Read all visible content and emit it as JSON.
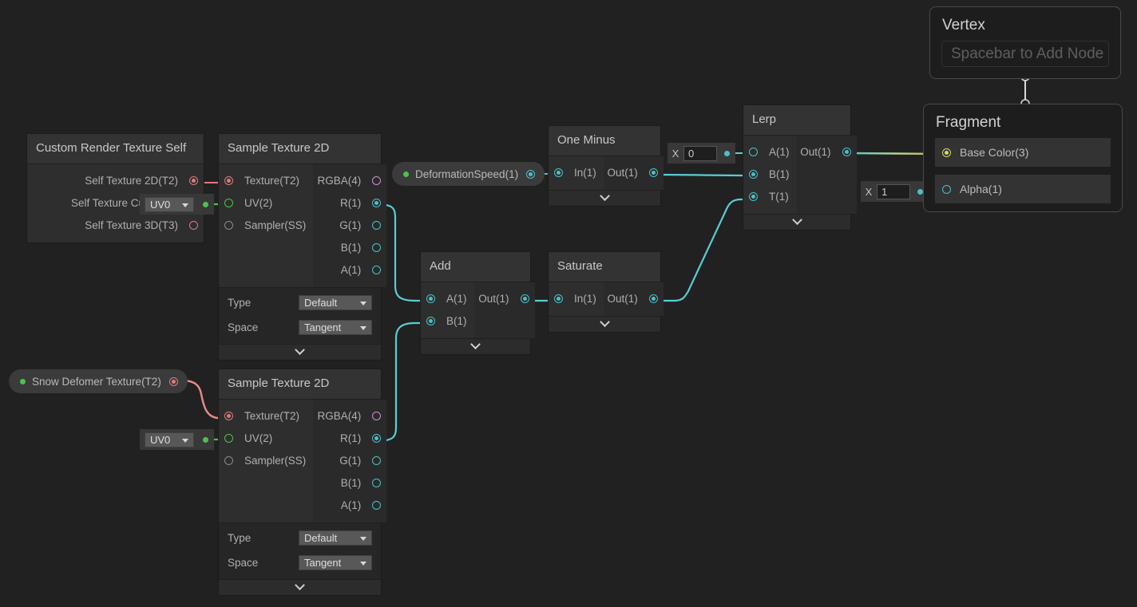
{
  "canvas": {
    "background": "#212121"
  },
  "colors": {
    "cyan": "#4cc0c7",
    "red": "#e07a7a",
    "green": "#4fc04f",
    "pink": "#cf8fd0",
    "yellow": "#d6d96a",
    "white": "#d8d8d8"
  },
  "nodes": {
    "custom_render_texture_self": {
      "title": "Custom Render Texture Self",
      "outputs": [
        {
          "label": "Self Texture 2D(T2)",
          "color": "red",
          "connected": true
        },
        {
          "label": "Self Texture Cube(TC)",
          "color": "green",
          "connected": true
        },
        {
          "label": "Self Texture 3D(T3)",
          "color": "red",
          "connected": false
        }
      ],
      "uv_widget": {
        "value": "UV0"
      }
    },
    "sample_texture_2d_top": {
      "title": "Sample Texture 2D",
      "inputs": [
        {
          "label": "Texture(T2)",
          "color": "red",
          "connected": true
        },
        {
          "label": "UV(2)",
          "color": "green",
          "connected": false
        },
        {
          "label": "Sampler(SS)",
          "color": "grey",
          "connected": false
        }
      ],
      "outputs": [
        {
          "label": "RGBA(4)",
          "color": "pink",
          "connected": false
        },
        {
          "label": "R(1)",
          "color": "cyan",
          "connected": true
        },
        {
          "label": "G(1)",
          "color": "cyan",
          "connected": false
        },
        {
          "label": "B(1)",
          "color": "cyan",
          "connected": false
        },
        {
          "label": "A(1)",
          "color": "cyan",
          "connected": false
        }
      ],
      "settings": [
        {
          "label": "Type",
          "value": "Default"
        },
        {
          "label": "Space",
          "value": "Tangent"
        }
      ]
    },
    "sample_texture_2d_bottom": {
      "title": "Sample Texture 2D",
      "inputs": [
        {
          "label": "Texture(T2)",
          "color": "red",
          "connected": true
        },
        {
          "label": "UV(2)",
          "color": "green",
          "connected": false
        },
        {
          "label": "Sampler(SS)",
          "color": "grey",
          "connected": false
        }
      ],
      "outputs": [
        {
          "label": "RGBA(4)",
          "color": "pink",
          "connected": false
        },
        {
          "label": "R(1)",
          "color": "cyan",
          "connected": true
        },
        {
          "label": "G(1)",
          "color": "cyan",
          "connected": false
        },
        {
          "label": "B(1)",
          "color": "cyan",
          "connected": false
        },
        {
          "label": "A(1)",
          "color": "cyan",
          "connected": false
        }
      ],
      "settings": [
        {
          "label": "Type",
          "value": "Default"
        },
        {
          "label": "Space",
          "value": "Tangent"
        }
      ],
      "uv_widget": {
        "value": "UV0"
      }
    },
    "one_minus": {
      "title": "One Minus",
      "inputs": [
        {
          "label": "In(1)",
          "color": "cyan",
          "connected": true
        }
      ],
      "outputs": [
        {
          "label": "Out(1)",
          "color": "cyan",
          "connected": true
        }
      ]
    },
    "add": {
      "title": "Add",
      "inputs": [
        {
          "label": "A(1)",
          "color": "cyan",
          "connected": true
        },
        {
          "label": "B(1)",
          "color": "cyan",
          "connected": true
        }
      ],
      "outputs": [
        {
          "label": "Out(1)",
          "color": "cyan",
          "connected": true
        }
      ]
    },
    "saturate": {
      "title": "Saturate",
      "inputs": [
        {
          "label": "In(1)",
          "color": "cyan",
          "connected": true
        }
      ],
      "outputs": [
        {
          "label": "Out(1)",
          "color": "cyan",
          "connected": true
        }
      ]
    },
    "lerp": {
      "title": "Lerp",
      "inputs": [
        {
          "label": "A(1)",
          "color": "cyan",
          "connected": false
        },
        {
          "label": "B(1)",
          "color": "cyan",
          "connected": true
        },
        {
          "label": "T(1)",
          "color": "cyan",
          "connected": true
        }
      ],
      "outputs": [
        {
          "label": "Out(1)",
          "color": "cyan",
          "connected": true
        }
      ],
      "a_input": {
        "axis": "X",
        "value": "0"
      }
    },
    "vertex": {
      "title": "Vertex",
      "hint": "Spacebar to Add Node"
    },
    "fragment": {
      "title": "Fragment",
      "slots": [
        {
          "label": "Base Color(3)",
          "color": "yellow",
          "connected": true
        },
        {
          "label": "Alpha(1)",
          "color": "cyan",
          "connected": false
        }
      ],
      "alpha_input": {
        "axis": "X",
        "value": "1"
      }
    }
  },
  "properties": {
    "deformation_speed": {
      "label": "DeformationSpeed(1)",
      "color": "cyan"
    },
    "snow_deformer_texture": {
      "label": "Snow Defomer Texture(T2)",
      "color": "red"
    }
  }
}
